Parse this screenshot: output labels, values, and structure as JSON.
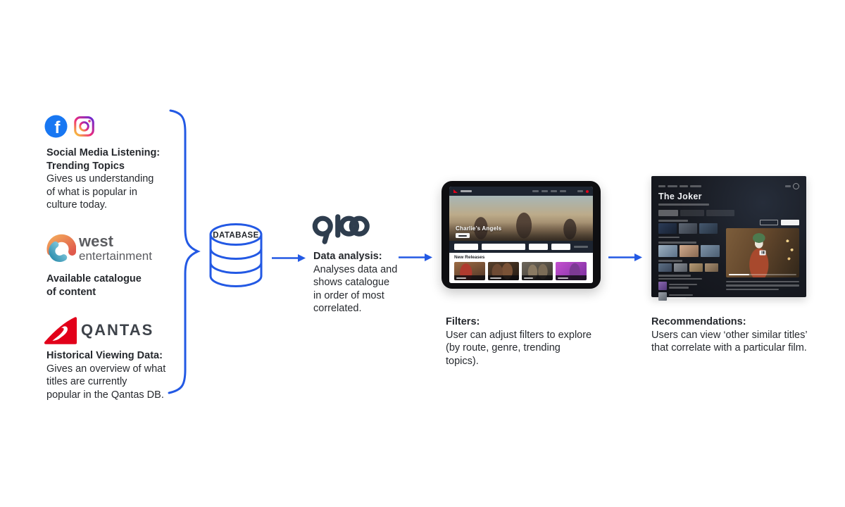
{
  "colors": {
    "accent_blue": "#2359e4",
    "facebook_blue": "#1877F2",
    "qantas_red": "#e2001a",
    "qloo_navy": "#2e3d4e",
    "text_dark": "#26292e"
  },
  "sources": {
    "social": {
      "title_line1": "Social Media Listening:",
      "title_line2": "Trending Topics",
      "desc_line1": "Gives us understanding",
      "desc_line2": "of what is popular in",
      "desc_line3": "culture today."
    },
    "west": {
      "logo_line1": "west",
      "logo_line2": "entertainment",
      "title_line1": "Available catalogue",
      "title_line2": "of content"
    },
    "qantas": {
      "logo_text": "QANTAS",
      "title": "Historical Viewing Data:",
      "desc_line1": "Gives an overview of what",
      "desc_line2": "titles are currently",
      "desc_line3": "popular in the Qantas DB."
    }
  },
  "database": {
    "label": "DATABASE"
  },
  "analysis": {
    "title": "Data analysis:",
    "desc_line1": "Analyses data and",
    "desc_line2": "shows catalogue",
    "desc_line3": "in order of most",
    "desc_line4": "correlated."
  },
  "tablet": {
    "hero_title": "Charlie’s Angels",
    "section_label": "New Releases"
  },
  "joker": {
    "title": "The Joker"
  },
  "captions": {
    "filters": {
      "title": "Filters:",
      "desc_line1": "User can adjust filters to explore",
      "desc_line2": "(by route, genre, trending",
      "desc_line3": "topics)."
    },
    "recommendations": {
      "title": "Recommendations:",
      "desc_line1": "Users can view ‘other similar titles’",
      "desc_line2": "that correlate with a particular film."
    }
  }
}
